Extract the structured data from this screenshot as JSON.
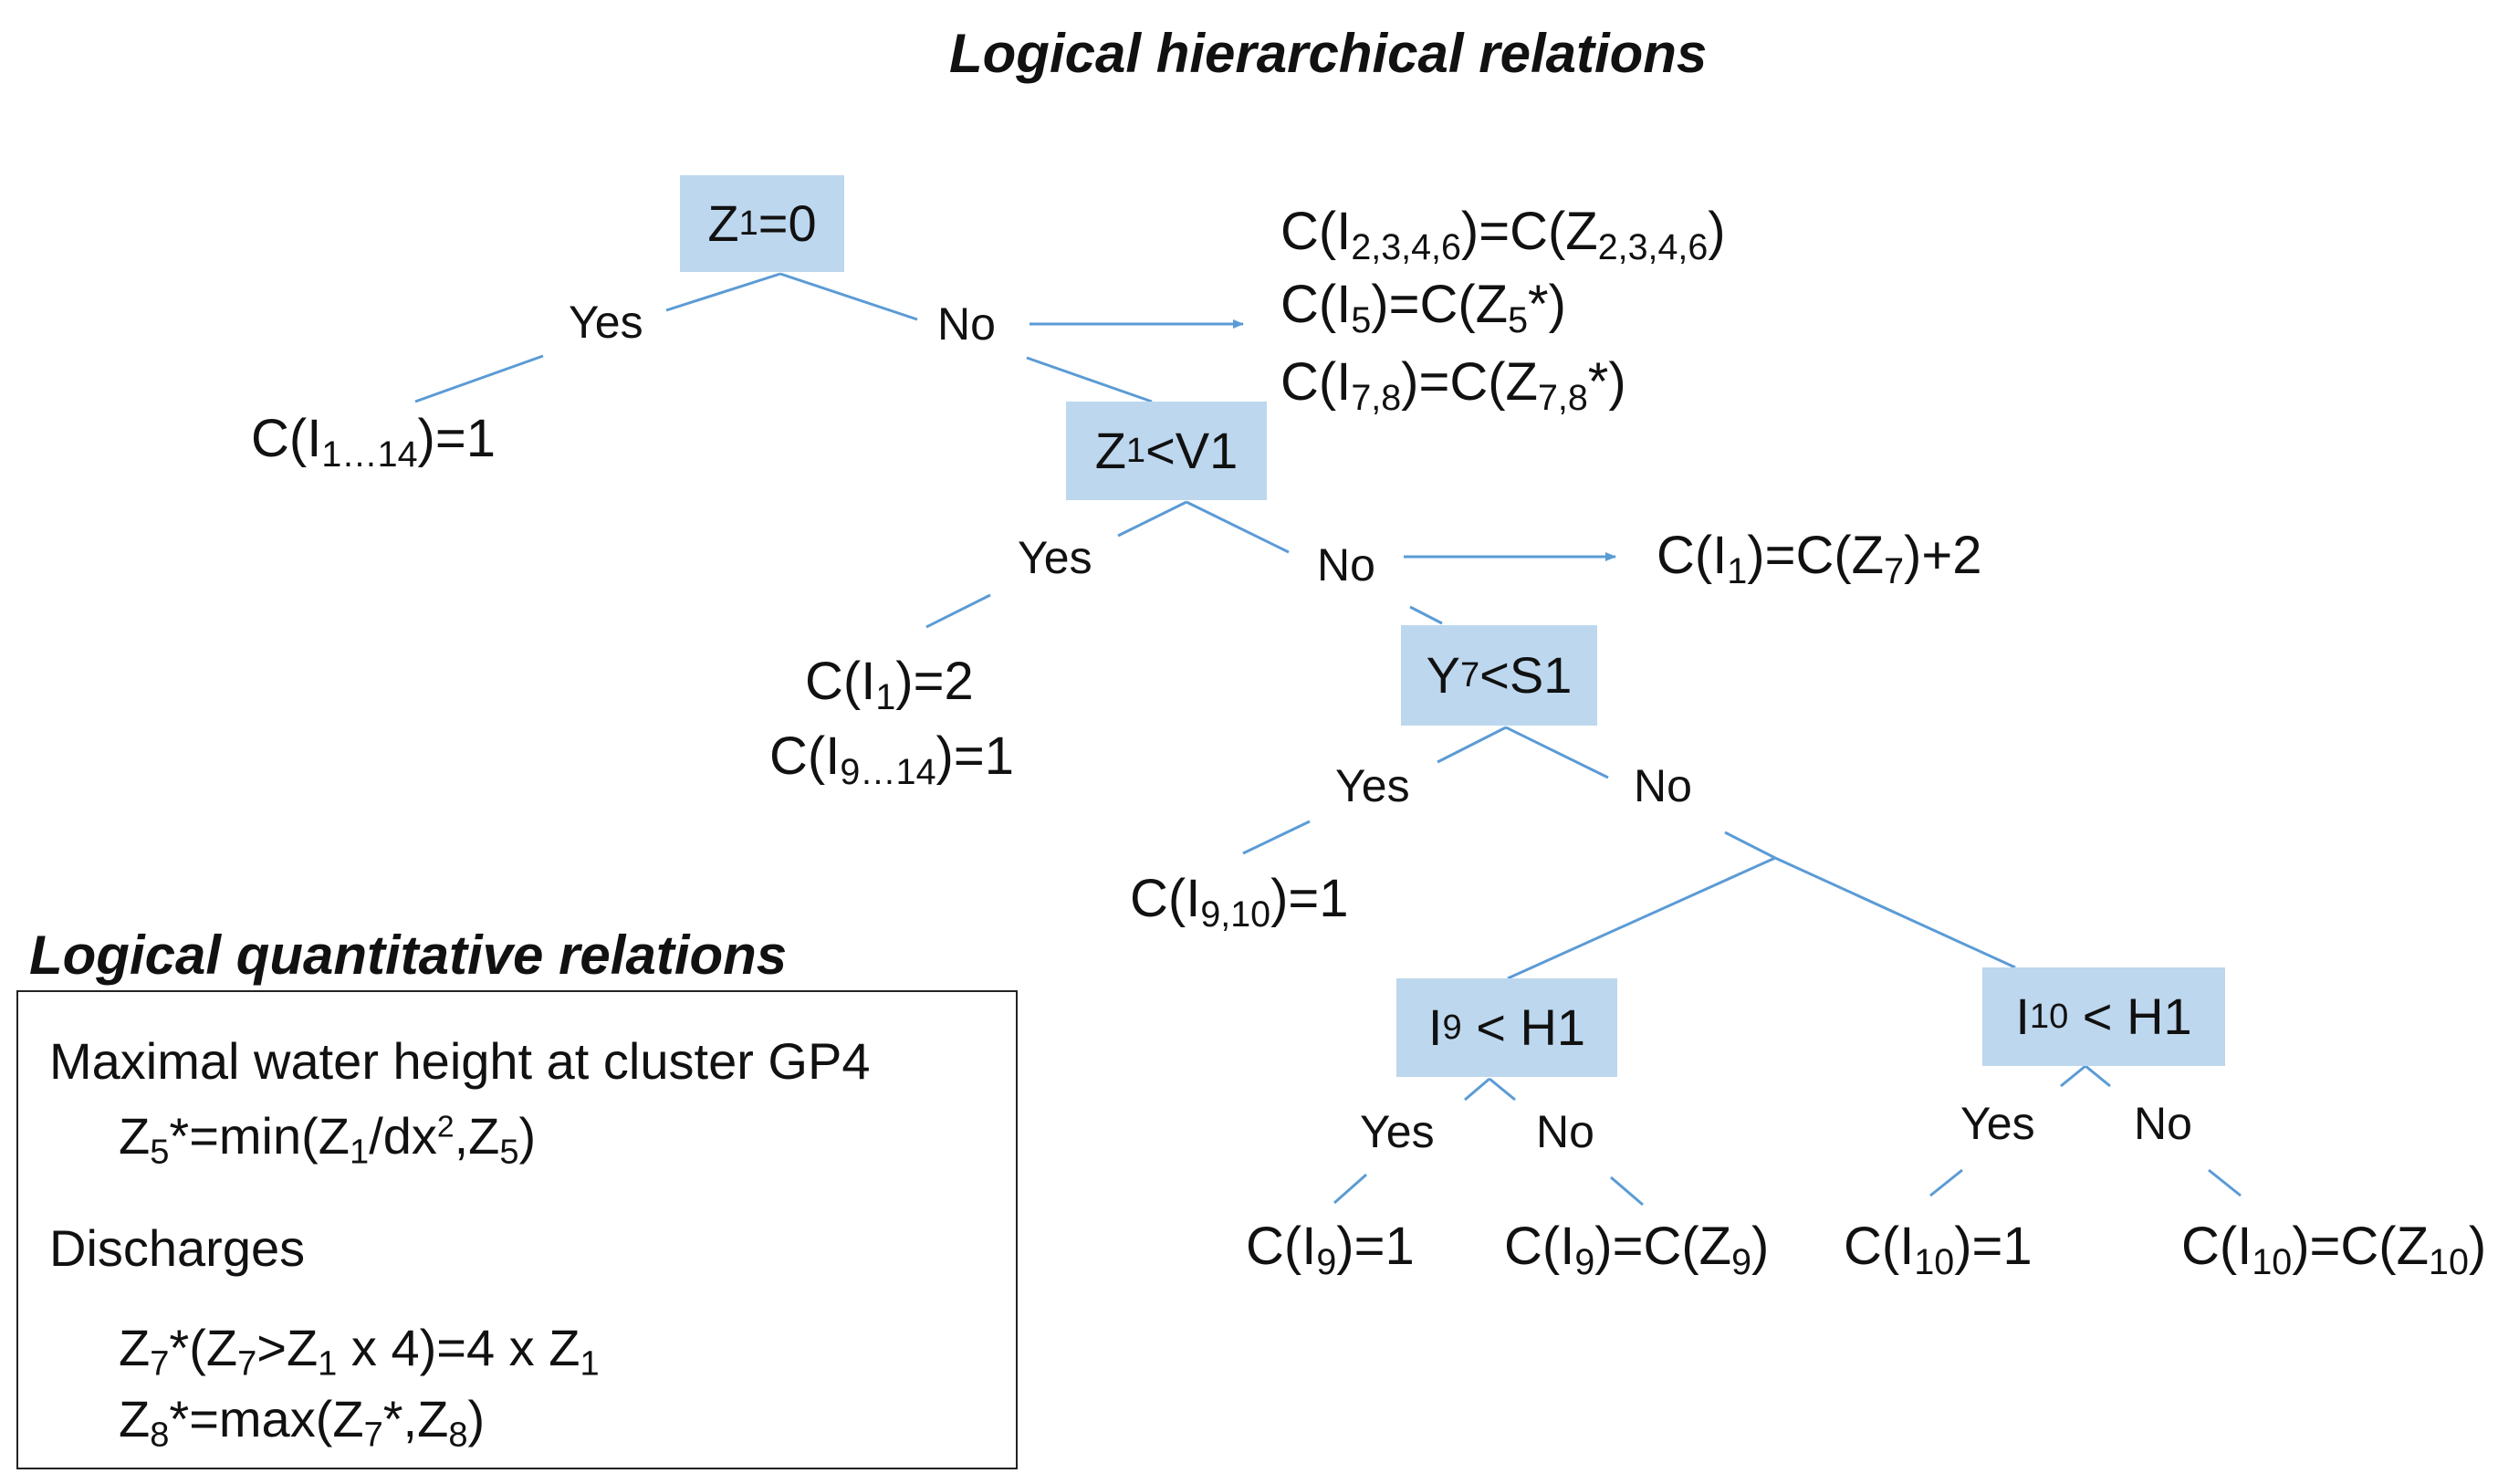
{
  "titles": {
    "hierarchical": "Logical hierarchical relations",
    "quantitative": "Logical quantitative relations"
  },
  "decisions": {
    "d1": {
      "pre": "Z",
      "sub": "1",
      "post": "=0"
    },
    "d2": {
      "pre": "Z",
      "sub": "1",
      "post": "<V1"
    },
    "d3": {
      "pre": "Y",
      "sub": "7",
      "post": "<S1"
    },
    "d4": {
      "pre": "I",
      "sub": "9",
      "post": " < H1"
    },
    "d5": {
      "pre": "I",
      "sub": "10",
      "post": " < H1"
    }
  },
  "branch_labels": {
    "yes": "Yes",
    "no": "No"
  },
  "outcomes": {
    "all_one": {
      "a": "C(I",
      "b": "1…14",
      "c": ")=1"
    },
    "no_z1_a": {
      "a": "C(I",
      "b": "2,3,4,6",
      "c": ")=C(Z",
      "d": "2,3,4,6",
      "e": ")"
    },
    "no_z1_b": {
      "a": "C(I",
      "b": "5",
      "c": ")=C(Z",
      "d": "5",
      "e": "*)"
    },
    "no_z1_c": {
      "a": "C(I",
      "b": "7,8",
      "c": ")=C(Z",
      "d": "7,8",
      "e": "*)"
    },
    "no_v1": {
      "a": "C(I",
      "b": "1",
      "c": ")=C(Z",
      "d": "7",
      "e": ")+2"
    },
    "yes_v1_a": {
      "a": "C(I",
      "b": "1",
      "c": ")=2"
    },
    "yes_v1_b": {
      "a": "C(I",
      "b": "9…14",
      "c": ")=1"
    },
    "yes_s1": {
      "a": "C(I",
      "b": "9,10",
      "c": ")=1"
    },
    "i9_yes": {
      "a": "C(I",
      "b": "9",
      "c": ")=1"
    },
    "i9_no": {
      "a": "C(I",
      "b": "9",
      "c": ")=C(Z",
      "d": "9",
      "e": ")"
    },
    "i10_yes": {
      "a": "C(I",
      "b": "10",
      "c": ")=1"
    },
    "i10_no": {
      "a": "C(I",
      "b": "10",
      "c": ")=C(Z",
      "d": "10",
      "e": ")"
    }
  },
  "quantitative": {
    "heading1": "Maximal water height at cluster GP4",
    "eq1": {
      "a": "Z",
      "b": "5",
      "c": "*=min(Z",
      "d": "1",
      "e": "/dx",
      "f": "2",
      "g": ",Z",
      "h": "5",
      "i": ")"
    },
    "heading2": "Discharges",
    "eq2": {
      "a": "Z",
      "b": "7",
      "c": "*(Z",
      "d": "7",
      "e": ">Z",
      "f": "1",
      "g": " x 4)=4 x Z",
      "h": "1"
    },
    "eq3": {
      "a": "Z",
      "b": "8",
      "c": "*=max(Z",
      "d": "7",
      "e": "*,Z",
      "f": "8",
      "g": ")"
    }
  },
  "colors": {
    "box_fill": "#bdd7ee",
    "line": "#5b9bd5",
    "text": "#111111"
  }
}
